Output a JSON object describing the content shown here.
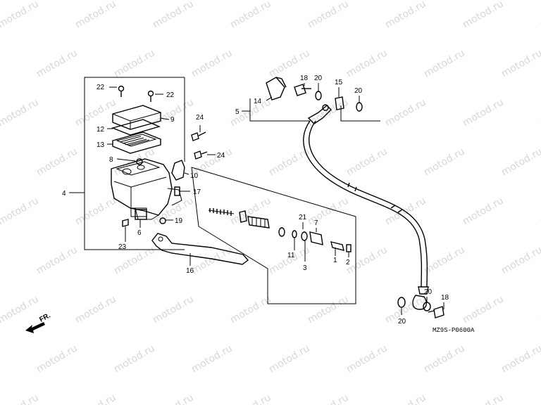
{
  "watermark": "motod.ru",
  "reference_code": "MZ9S-P0600A",
  "direction_label": "FR.",
  "callouts": {
    "c1": "1",
    "c2": "2",
    "c3": "3",
    "c4": "4",
    "c5": "5",
    "c6": "6",
    "c7": "7",
    "c8": "8",
    "c9": "9",
    "c10": "10",
    "c11": "11",
    "c12": "12",
    "c13": "13",
    "c14": "14",
    "c15": "15",
    "c16": "16",
    "c17": "17",
    "c18a": "18",
    "c18b": "18",
    "c19": "19",
    "c20a": "20",
    "c20b": "20",
    "c20c": "20",
    "c20d": "20",
    "c21": "21",
    "c22a": "22",
    "c22b": "22",
    "c23": "23",
    "c24a": "24",
    "c24b": "24"
  }
}
